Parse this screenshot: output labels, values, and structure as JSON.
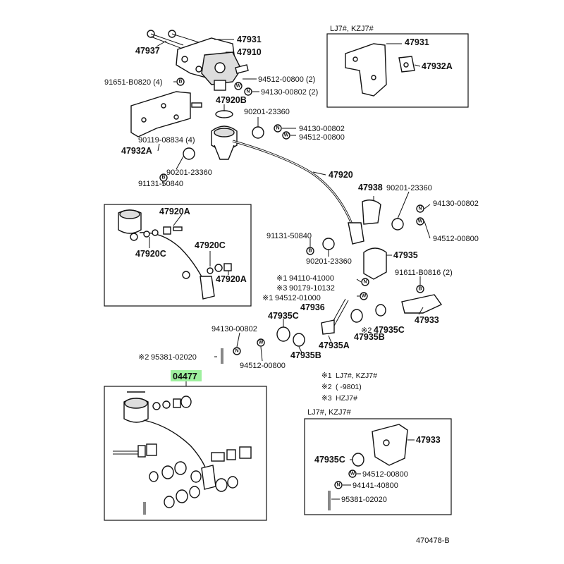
{
  "insets": {
    "top_right_title": "LJ7#, KZJ7#",
    "bottom_right_title": "LJ7#, KZJ7#"
  },
  "labels": {
    "p47937": "47937",
    "p47931": "47931",
    "p47910": "47910",
    "p91651": "91651-B0820 (4)",
    "p94512_top": "94512-00800 (2)",
    "p94130_top": "94130-00802 (2)",
    "p47920B": "47920B",
    "p90201_a": "90201-23360",
    "p94130_a": "94130-00802",
    "p94512_a": "94512-00800",
    "p90119": "90119-08834 (4)",
    "p47932A": "47932A",
    "p90201_b": "90201-23360",
    "p91131_a": "91131-50840",
    "p47920": "47920",
    "p47938": "47938",
    "p90201_c": "90201-23360",
    "p94130_b": "94130-00802",
    "p94512_b": "94512-00800",
    "p91131_b": "91131-50840",
    "p90201_d": "90201-23360",
    "p47935": "47935",
    "p91611": "91611-B0816 (2)",
    "p94110": "94110-41000",
    "p90179": "90179-10132",
    "p94512_c": "94512-01000",
    "p47936": "47936",
    "p47935C_a": "47935C",
    "p47935C_b": "47935C",
    "p47933": "47933",
    "p94130_c": "94130-00802",
    "p47935B_a": "47935B",
    "p47935A": "47935A",
    "p47935B_b": "47935B",
    "p95381": "95381-02020",
    "p94512_d": "94512-00800",
    "p04477": "04477",
    "tr47931": "47931",
    "tr47932A": "47932A",
    "l47920A_a": "47920A",
    "l47920C_a": "47920C",
    "l47920C_b": "47920C",
    "l47920A_b": "47920A",
    "br47933": "47933",
    "br47935C": "47935C",
    "br94512": "94512-00800",
    "br94141": "94141-40800",
    "br95381": "95381-02020"
  },
  "marks": {
    "m1": "※1",
    "m2": "※2",
    "m3": "※3"
  },
  "notes": {
    "n1_mark": "※1",
    "n1_text": "LJ7#, KZJ7#",
    "n2_mark": "※2",
    "n2_text": "(        -9801)",
    "n3_mark": "※3",
    "n3_text": "HZJ7#"
  },
  "symbols": {
    "washer": "W",
    "nut": "N",
    "bolt": "B"
  },
  "colors": {
    "highlight": "#9ef09e"
  },
  "figure_code": "470478-B"
}
